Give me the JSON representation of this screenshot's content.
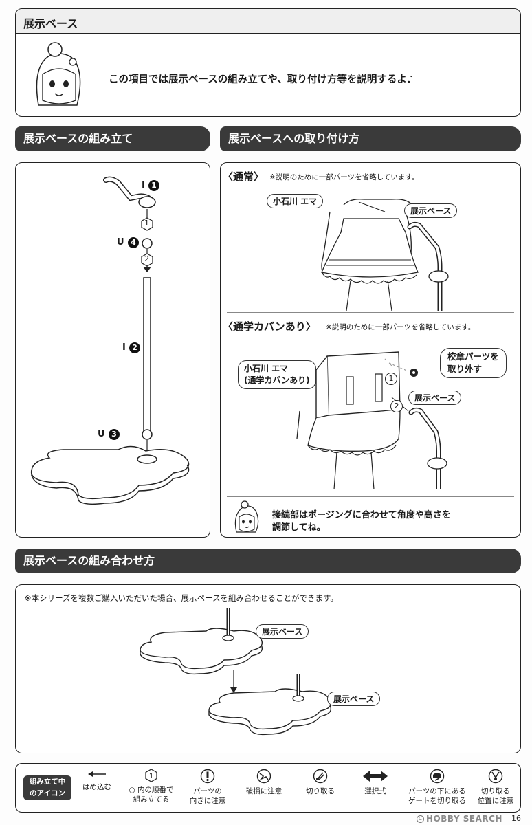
{
  "intro": {
    "header": "展示ベース",
    "text": "この項目では展示ベースの組み立てや、取り付け方等を説明するよ♪"
  },
  "assembly": {
    "header": "展示ベースの組み立て",
    "labels": [
      {
        "letter": "I",
        "num": "1"
      },
      {
        "letter": "U",
        "num": "4"
      },
      {
        "letter": "I",
        "num": "2"
      },
      {
        "letter": "U",
        "num": "3"
      }
    ],
    "steps": [
      "1",
      "2"
    ]
  },
  "attach": {
    "header": "展示ベースへの取り付け方",
    "normal": {
      "title": "〈通常〉",
      "note": "※説明のために一部パーツを省略しています。",
      "figure_label": "小石川 エマ",
      "base_label": "展示ベース"
    },
    "bag": {
      "title": "〈通学カバンあり〉",
      "note": "※説明のために一部パーツを省略しています。",
      "figure_label_1": "小石川 エマ",
      "figure_label_2": "(通学カバンあり)",
      "badge_label_1": "校章パーツを",
      "badge_label_2": "取り外す",
      "base_label": "展示ベース",
      "steps": [
        "1",
        "2"
      ]
    },
    "tip_1": "接続部はポージングに合わせて角度や高さを",
    "tip_2": "調節してね。"
  },
  "combine": {
    "header": "展示ベースの組み合わせ方",
    "note": "※本シリーズを複数ご購入いただいた場合、展示ベースを組み合わせることができます。",
    "label_1": "展示ベース",
    "label_2": "展示ベース"
  },
  "legend": {
    "title_1": "組み立て中",
    "title_2": "のアイコン",
    "items": [
      {
        "icon": "arrow-left-icon",
        "line1": "はめ込む",
        "line2": ""
      },
      {
        "icon": "hexagon-number-icon",
        "line1": "○ 内の順番で",
        "line2": "組み立てる"
      },
      {
        "icon": "exclamation-icon",
        "line1": "パーツの",
        "line2": "向きに注意"
      },
      {
        "icon": "breakage-icon",
        "line1": "破損に注意",
        "line2": ""
      },
      {
        "icon": "cutting-icon",
        "line1": "切り取る",
        "line2": ""
      },
      {
        "icon": "double-arrow-icon",
        "line1": "選択式",
        "line2": ""
      },
      {
        "icon": "gate-cut-icon",
        "line1": "パーツの下にある",
        "line2": "ゲートを切り取る"
      },
      {
        "icon": "cut-position-icon",
        "line1": "切り取る",
        "line2": "位置に注意"
      }
    ]
  },
  "footer": {
    "watermark": "HOBBY SEARCH",
    "page": "16"
  }
}
